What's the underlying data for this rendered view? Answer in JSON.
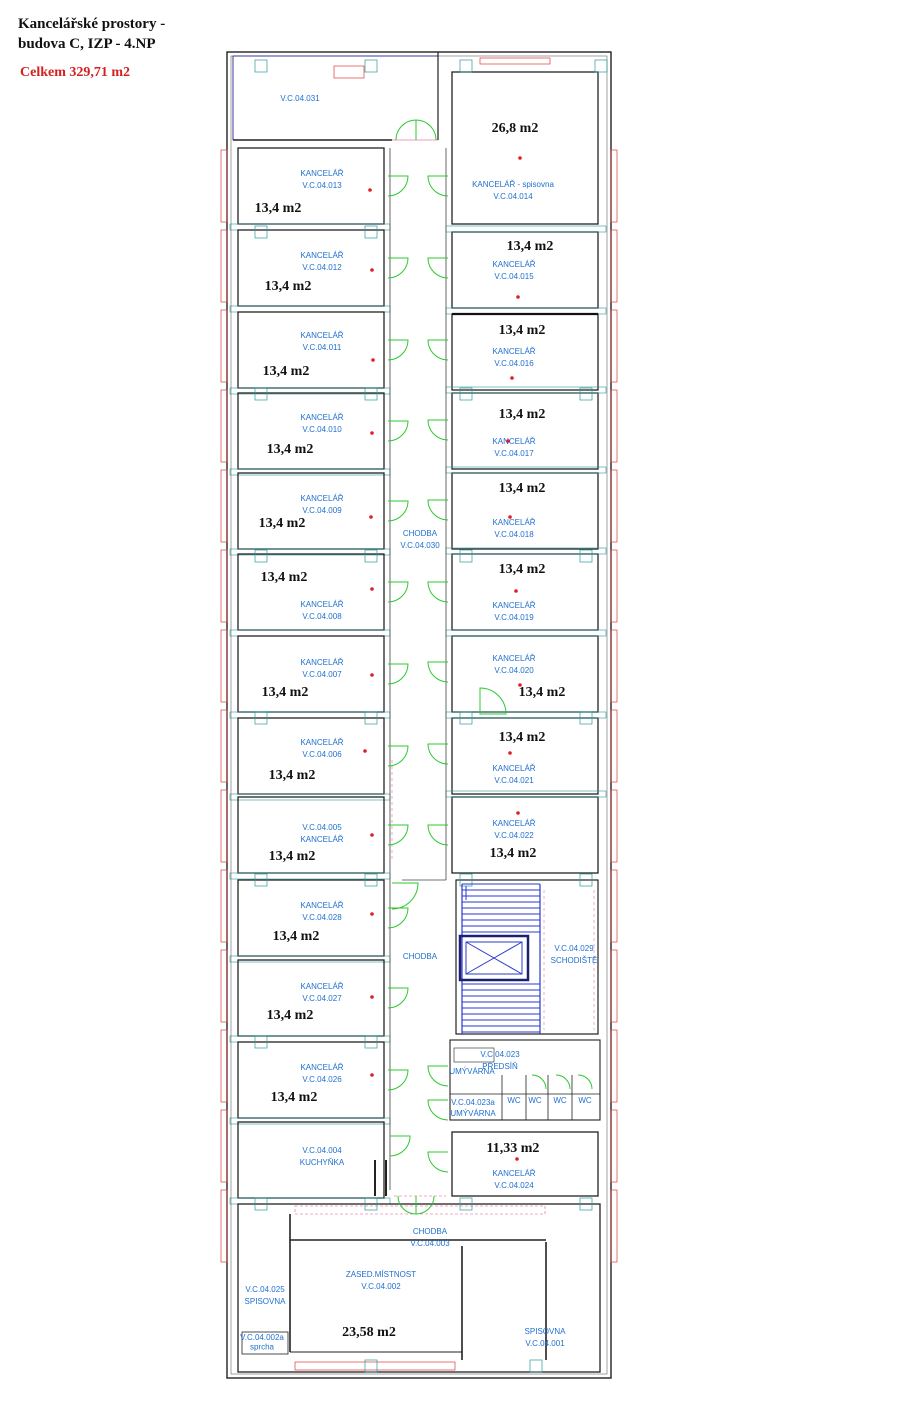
{
  "title_line1": "Kancelářské prostory -",
  "title_line2": "budova C, IZP - 4.NP",
  "total": "Celkem 329,71 m2",
  "rooms": [
    {
      "id": "r031",
      "lines": [
        "V.C.04.031"
      ],
      "area": ""
    },
    {
      "id": "r014",
      "lines": [
        "KANCELÁŘ - spisovna",
        "V.C.04.014"
      ],
      "area": "26,8 m2"
    },
    {
      "id": "r013",
      "lines": [
        "KANCELÁŘ",
        "V.C.04.013"
      ],
      "area": "13,4 m2"
    },
    {
      "id": "r012",
      "lines": [
        "KANCELÁŘ",
        "V.C.04.012"
      ],
      "area": "13,4 m2"
    },
    {
      "id": "r011",
      "lines": [
        "KANCELÁŘ",
        "V.C.04.011"
      ],
      "area": "13,4 m2"
    },
    {
      "id": "r010",
      "lines": [
        "KANCELÁŘ",
        "V.C.04.010"
      ],
      "area": "13,4 m2"
    },
    {
      "id": "r009",
      "lines": [
        "KANCELÁŘ",
        "V.C.04.009"
      ],
      "area": "13,4 m2"
    },
    {
      "id": "r008",
      "lines": [
        "KANCELÁŘ",
        "V.C.04.008"
      ],
      "area": "13,4 m2"
    },
    {
      "id": "r007",
      "lines": [
        "KANCELÁŘ",
        "V.C.04.007"
      ],
      "area": "13,4 m2"
    },
    {
      "id": "r006",
      "lines": [
        "KANCELÁŘ",
        "V.C.04.006"
      ],
      "area": "13,4 m2"
    },
    {
      "id": "r005",
      "lines": [
        "V.C.04.005",
        "KANCELÁŘ"
      ],
      "area": "13,4 m2"
    },
    {
      "id": "r028",
      "lines": [
        "KANCELÁŘ",
        "V.C.04.028"
      ],
      "area": "13,4 m2"
    },
    {
      "id": "r027",
      "lines": [
        "KANCELÁŘ",
        "V.C.04.027"
      ],
      "area": "13,4 m2"
    },
    {
      "id": "r026",
      "lines": [
        "KANCELÁŘ",
        "V.C.04.026"
      ],
      "area": "13,4 m2"
    },
    {
      "id": "r004",
      "lines": [
        "V.C.04.004",
        "KUCHYŇKA"
      ],
      "area": ""
    },
    {
      "id": "r015",
      "lines": [
        "KANCELÁŘ",
        "V.C.04.015"
      ],
      "area": "13,4 m2"
    },
    {
      "id": "r016",
      "lines": [
        "KANCELÁŘ",
        "V.C.04.016"
      ],
      "area": "13,4 m2"
    },
    {
      "id": "r017",
      "lines": [
        "KANCELÁŘ",
        "V.C.04.017"
      ],
      "area": "13,4 m2"
    },
    {
      "id": "r018",
      "lines": [
        "KANCELÁŘ",
        "V.C.04.018"
      ],
      "area": "13,4 m2"
    },
    {
      "id": "r019",
      "lines": [
        "KANCELÁŘ",
        "V.C.04.019"
      ],
      "area": "13,4 m2"
    },
    {
      "id": "r020",
      "lines": [
        "KANCELÁŘ",
        "V.C.04.020"
      ],
      "area": "13,4 m2"
    },
    {
      "id": "r021",
      "lines": [
        "KANCELÁŘ",
        "V.C.04.021"
      ],
      "area": "13,4 m2"
    },
    {
      "id": "r022",
      "lines": [
        "KANCELÁŘ",
        "V.C.04.022"
      ],
      "area": "13,4 m2"
    },
    {
      "id": "r024",
      "lines": [
        "KANCELÁŘ",
        "V.C.04.024"
      ],
      "area": "11,33 m2"
    },
    {
      "id": "r030",
      "lines": [
        "CHODBA",
        "V.C.04.030"
      ],
      "area": ""
    },
    {
      "id": "chodba2",
      "lines": [
        "CHODBA"
      ],
      "area": ""
    },
    {
      "id": "r029",
      "lines": [
        "V.C.04.029",
        "SCHODIŠTĚ"
      ],
      "area": ""
    },
    {
      "id": "r023",
      "lines": [
        "V.C.04.023",
        "PŘEDSÍŇ"
      ],
      "area": ""
    },
    {
      "id": "umyv1",
      "lines": [
        "UMÝVÁRNA"
      ],
      "area": ""
    },
    {
      "id": "r023a",
      "lines": [
        "V.C.04.023a",
        "UMÝVÁRNA"
      ],
      "area": ""
    },
    {
      "id": "wc1",
      "lines": [
        "WC"
      ],
      "area": ""
    },
    {
      "id": "wc2",
      "lines": [
        "WC"
      ],
      "area": ""
    },
    {
      "id": "wc3",
      "lines": [
        "WC"
      ],
      "area": ""
    },
    {
      "id": "wc4",
      "lines": [
        "WC"
      ],
      "area": ""
    },
    {
      "id": "r003",
      "lines": [
        "CHODBA",
        "V.C.04.003"
      ],
      "area": ""
    },
    {
      "id": "r002",
      "lines": [
        "ZASED.MÍSTNOST",
        "V.C.04.002"
      ],
      "area": "23,58 m2"
    },
    {
      "id": "r025",
      "lines": [
        "V.C.04.025",
        "SPISOVNA"
      ],
      "area": ""
    },
    {
      "id": "r002a",
      "lines": [
        "V.C.04.002a",
        "sprcha"
      ],
      "area": ""
    },
    {
      "id": "r001",
      "lines": [
        "SPISOVNA",
        "V.C.04.001"
      ],
      "area": ""
    }
  ]
}
